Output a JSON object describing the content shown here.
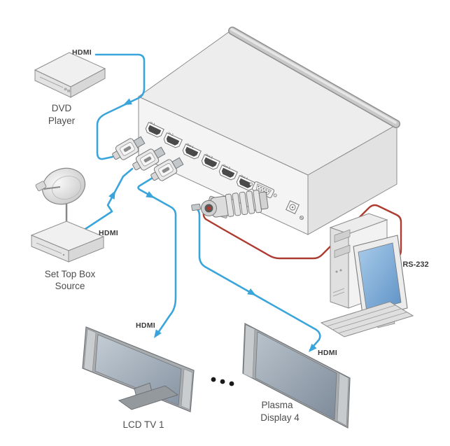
{
  "diagram": {
    "switcher": {
      "port_labels": [
        "In 1",
        "In 2",
        "Out 1",
        "Out 2",
        "Out 3",
        "Out 4"
      ]
    },
    "sources": {
      "dvd_player": {
        "label_line1": "DVD",
        "label_line2": "Player",
        "connector_label": "HDMI"
      },
      "set_top_box": {
        "label_line1": "Set Top Box",
        "label_line2": "Source",
        "connector_label": "HDMI"
      }
    },
    "displays": {
      "lcd_tv": {
        "label": "LCD TV 1",
        "connector_label": "HDMI"
      },
      "plasma_display": {
        "label_line1": "Plasma",
        "label_line2": "Display 4",
        "connector_label": "HDMI"
      }
    },
    "controller": {
      "pc_connection_label": "RS-232"
    },
    "colors": {
      "hdmi_cable": "#3aa5da",
      "rs232_cable": "#ae3b2f"
    }
  }
}
